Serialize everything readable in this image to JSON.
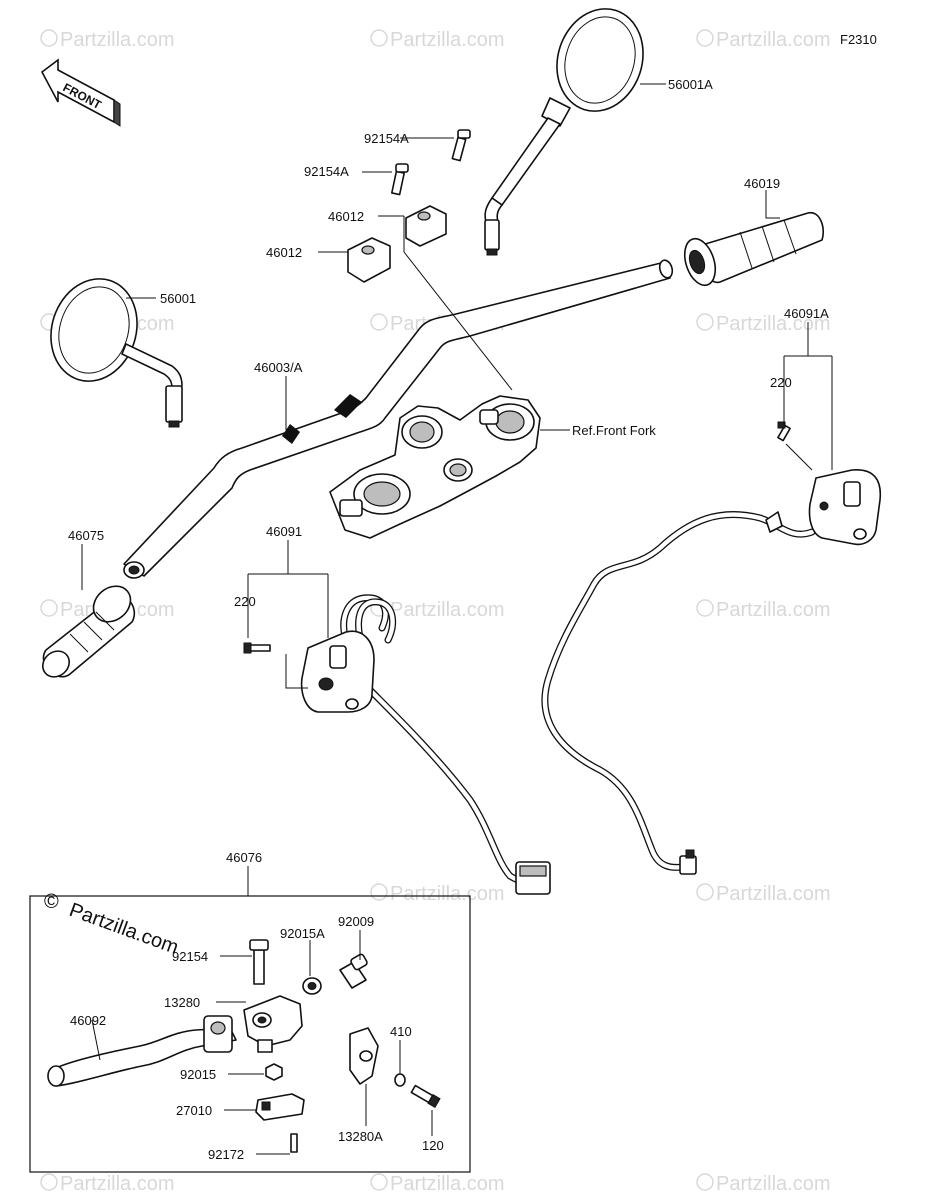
{
  "figure_code": "F2310",
  "front_label": "FRONT",
  "copyright_mark": "©",
  "site_name": "Partzilla.com",
  "watermark_text": "© Partzilla.com",
  "parts": {
    "mirror_right": "56001A",
    "bolt_upper": "92154A",
    "bolt_lower": "92154A",
    "holder_upper": "46012",
    "holder_lower": "46012",
    "grip_right": "46019",
    "mirror_left": "56001",
    "handlebar": "46003/A",
    "ref_front_fork": "Ref.Front Fork",
    "switch_right": "46091A",
    "screw_right": "220",
    "grip_left": "46075",
    "switch_left": "46091",
    "screw_left": "220",
    "lever_assy": "46076",
    "cap_screw": "92009",
    "washer_a": "92015A",
    "bolt_pivot": "92154",
    "holder_13280": "13280",
    "lever": "46092",
    "nut": "92015",
    "clutch_switch": "27010",
    "screw_small": "92172",
    "holder_13280a": "13280A",
    "washer_410": "410",
    "bolt_120": "120"
  }
}
